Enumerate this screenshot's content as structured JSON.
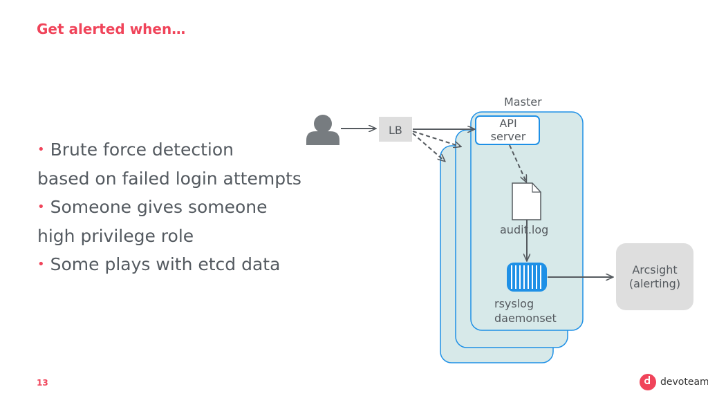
{
  "slide": {
    "title": "Get alerted when…",
    "page_number": "13",
    "bullets": [
      {
        "marker": "•",
        "text": "Brute force detection"
      },
      {
        "marker": "",
        "text": "based on failed login attempts"
      },
      {
        "marker": "•",
        "text": "Someone gives someone"
      },
      {
        "marker": "",
        "text": "high privilege role"
      },
      {
        "marker": "•",
        "text": "Some plays with etcd data"
      }
    ]
  },
  "diagram": {
    "master_label": "Master",
    "lb_label": "LB",
    "api_server_label": "API\nserver",
    "audit_log_label": "audit.log",
    "rsyslog_label": "rsyslog\ndaemonset",
    "arcsight_label": "Arcsight\n(alerting)",
    "user_icon": "user-icon",
    "colors": {
      "node_fill": "#d7e9e9",
      "node_stroke": "#1e90e6",
      "lb_fill": "#dedede",
      "arcsight_fill": "#dedede",
      "arrow": "#555a5f",
      "accent": "#f0445a"
    }
  },
  "brand": {
    "name": "devoteam"
  }
}
